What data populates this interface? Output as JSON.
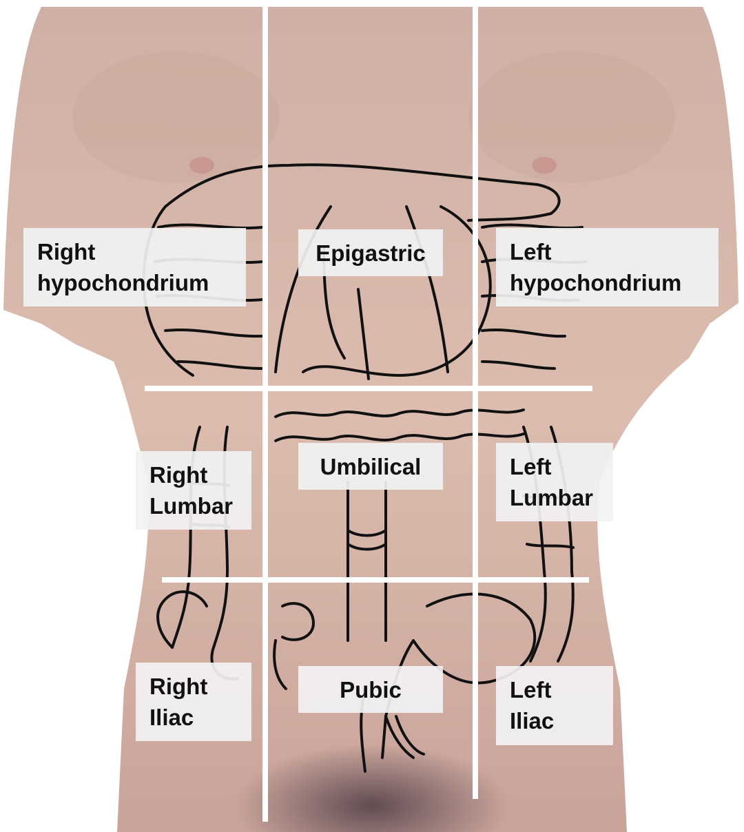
{
  "diagram": {
    "colors": {
      "skin": "#dcbcae",
      "skin_shade": "#c8a496",
      "organ_lines": "#111111",
      "grid_lines": "#ffffff",
      "label_bg": "#f2f2f2",
      "label_text": "#111111"
    },
    "regions": [
      {
        "id": "right-hypochondrium",
        "lines": [
          "Right",
          "hypochondrium"
        ]
      },
      {
        "id": "epigastric",
        "lines": [
          "Epigastric"
        ]
      },
      {
        "id": "left-hypochondrium",
        "lines": [
          "Left",
          "hypochondrium"
        ]
      },
      {
        "id": "right-lumbar",
        "lines": [
          "Right",
          "Lumbar"
        ]
      },
      {
        "id": "umbilical",
        "lines": [
          "Umbilical"
        ]
      },
      {
        "id": "left-lumbar",
        "lines": [
          "Left",
          "Lumbar"
        ]
      },
      {
        "id": "right-iliac",
        "lines": [
          "Right",
          "Iliac"
        ]
      },
      {
        "id": "pubic",
        "lines": [
          "Pubic"
        ]
      },
      {
        "id": "left-iliac",
        "lines": [
          "Left",
          "Iliac"
        ]
      }
    ]
  }
}
